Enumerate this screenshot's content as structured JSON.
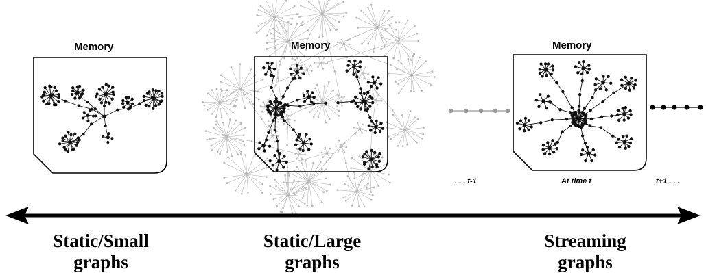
{
  "panels": [
    {
      "memory_label": "Memory"
    },
    {
      "memory_label": "Memory"
    },
    {
      "memory_label": "Memory"
    }
  ],
  "timeline": {
    "prev": ". . . t-1",
    "current": "At time t",
    "next": "t+1 . . ."
  },
  "categories": [
    {
      "line1": "Static/Small",
      "line2": "graphs"
    },
    {
      "line1": "Static/Large",
      "line2": "graphs"
    },
    {
      "line1": "Streaming",
      "line2": "graphs"
    }
  ],
  "colors": {
    "ink": "#000000",
    "background_graph": "#b8b8b8",
    "stream_dots": "#999999"
  }
}
